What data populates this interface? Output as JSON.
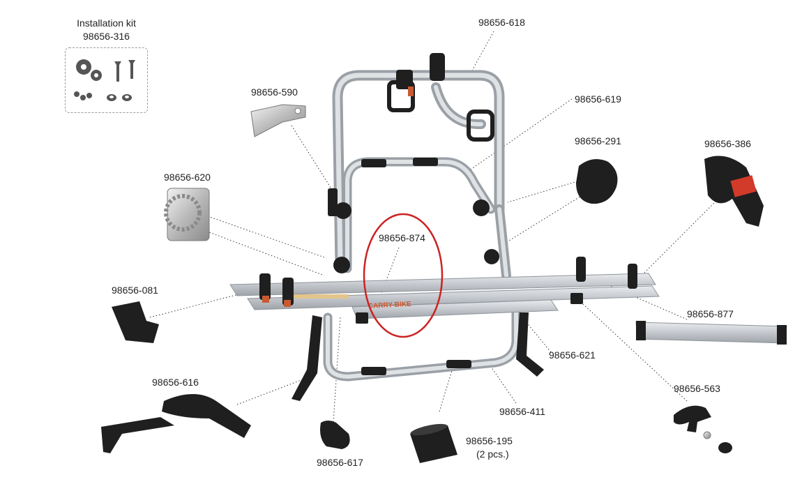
{
  "installation_kit": {
    "title": "Installation kit",
    "part": "98656-316"
  },
  "parts": {
    "p618": "98656-618",
    "p590": "98656-590",
    "p619": "98656-619",
    "p291": "98656-291",
    "p386": "98656-386",
    "p620": "98656-620",
    "p874": "98656-874",
    "p081": "98656-081",
    "p877": "98656-877",
    "p621": "98656-621",
    "p616": "98656-616",
    "p563": "98656-563",
    "p411": "98656-411",
    "p195": "98656-195",
    "p195_qty": "(2 pcs.)",
    "p617": "98656-617"
  },
  "rail_text": "CARRY-BIKE",
  "colors": {
    "highlight_circle": "#cc2222",
    "aluminium": "#c9ccd0",
    "black": "#1f1f1f",
    "accent_red": "#d23a2a"
  }
}
